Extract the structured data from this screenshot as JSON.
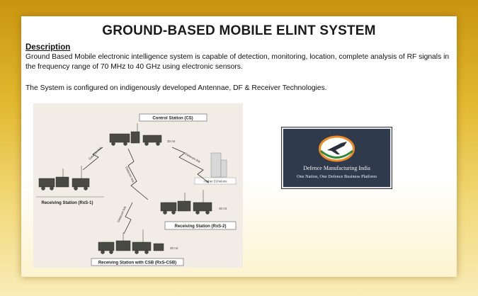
{
  "title": "GROUND-BASED MOBILE ELINT SYSTEM",
  "description_heading": "Description",
  "paragraph1": "Ground Based Mobile electronic intelligence system is capable of detection, monitoring, location, complete analysis of RF signals in the frequency range of 70 MHz to 40 GHz using electronic sensors.",
  "paragraph2": "The System is configured on indigenously developed Antennae, DF & Receiver Technologies.",
  "diagram": {
    "control_station": "Control Station (CS)",
    "higher_echelons": "Higher Echelons",
    "receiving_station_1": "Receiving Station (RxS-1)",
    "receiving_station_2": "Receiving Station (RxS-2)",
    "receiving_station_csb": "Receiving Station with CSB (RxS-CSB)",
    "link_label": "Datacom link",
    "distance_label": "30 mt"
  },
  "logo": {
    "name": "Defence Manufacturing India",
    "tagline": "One Nation, One Defence Business Platform",
    "colors": {
      "saffron": "#f08a24",
      "green": "#2e8b3a",
      "navy": "#2f3a4d"
    }
  }
}
